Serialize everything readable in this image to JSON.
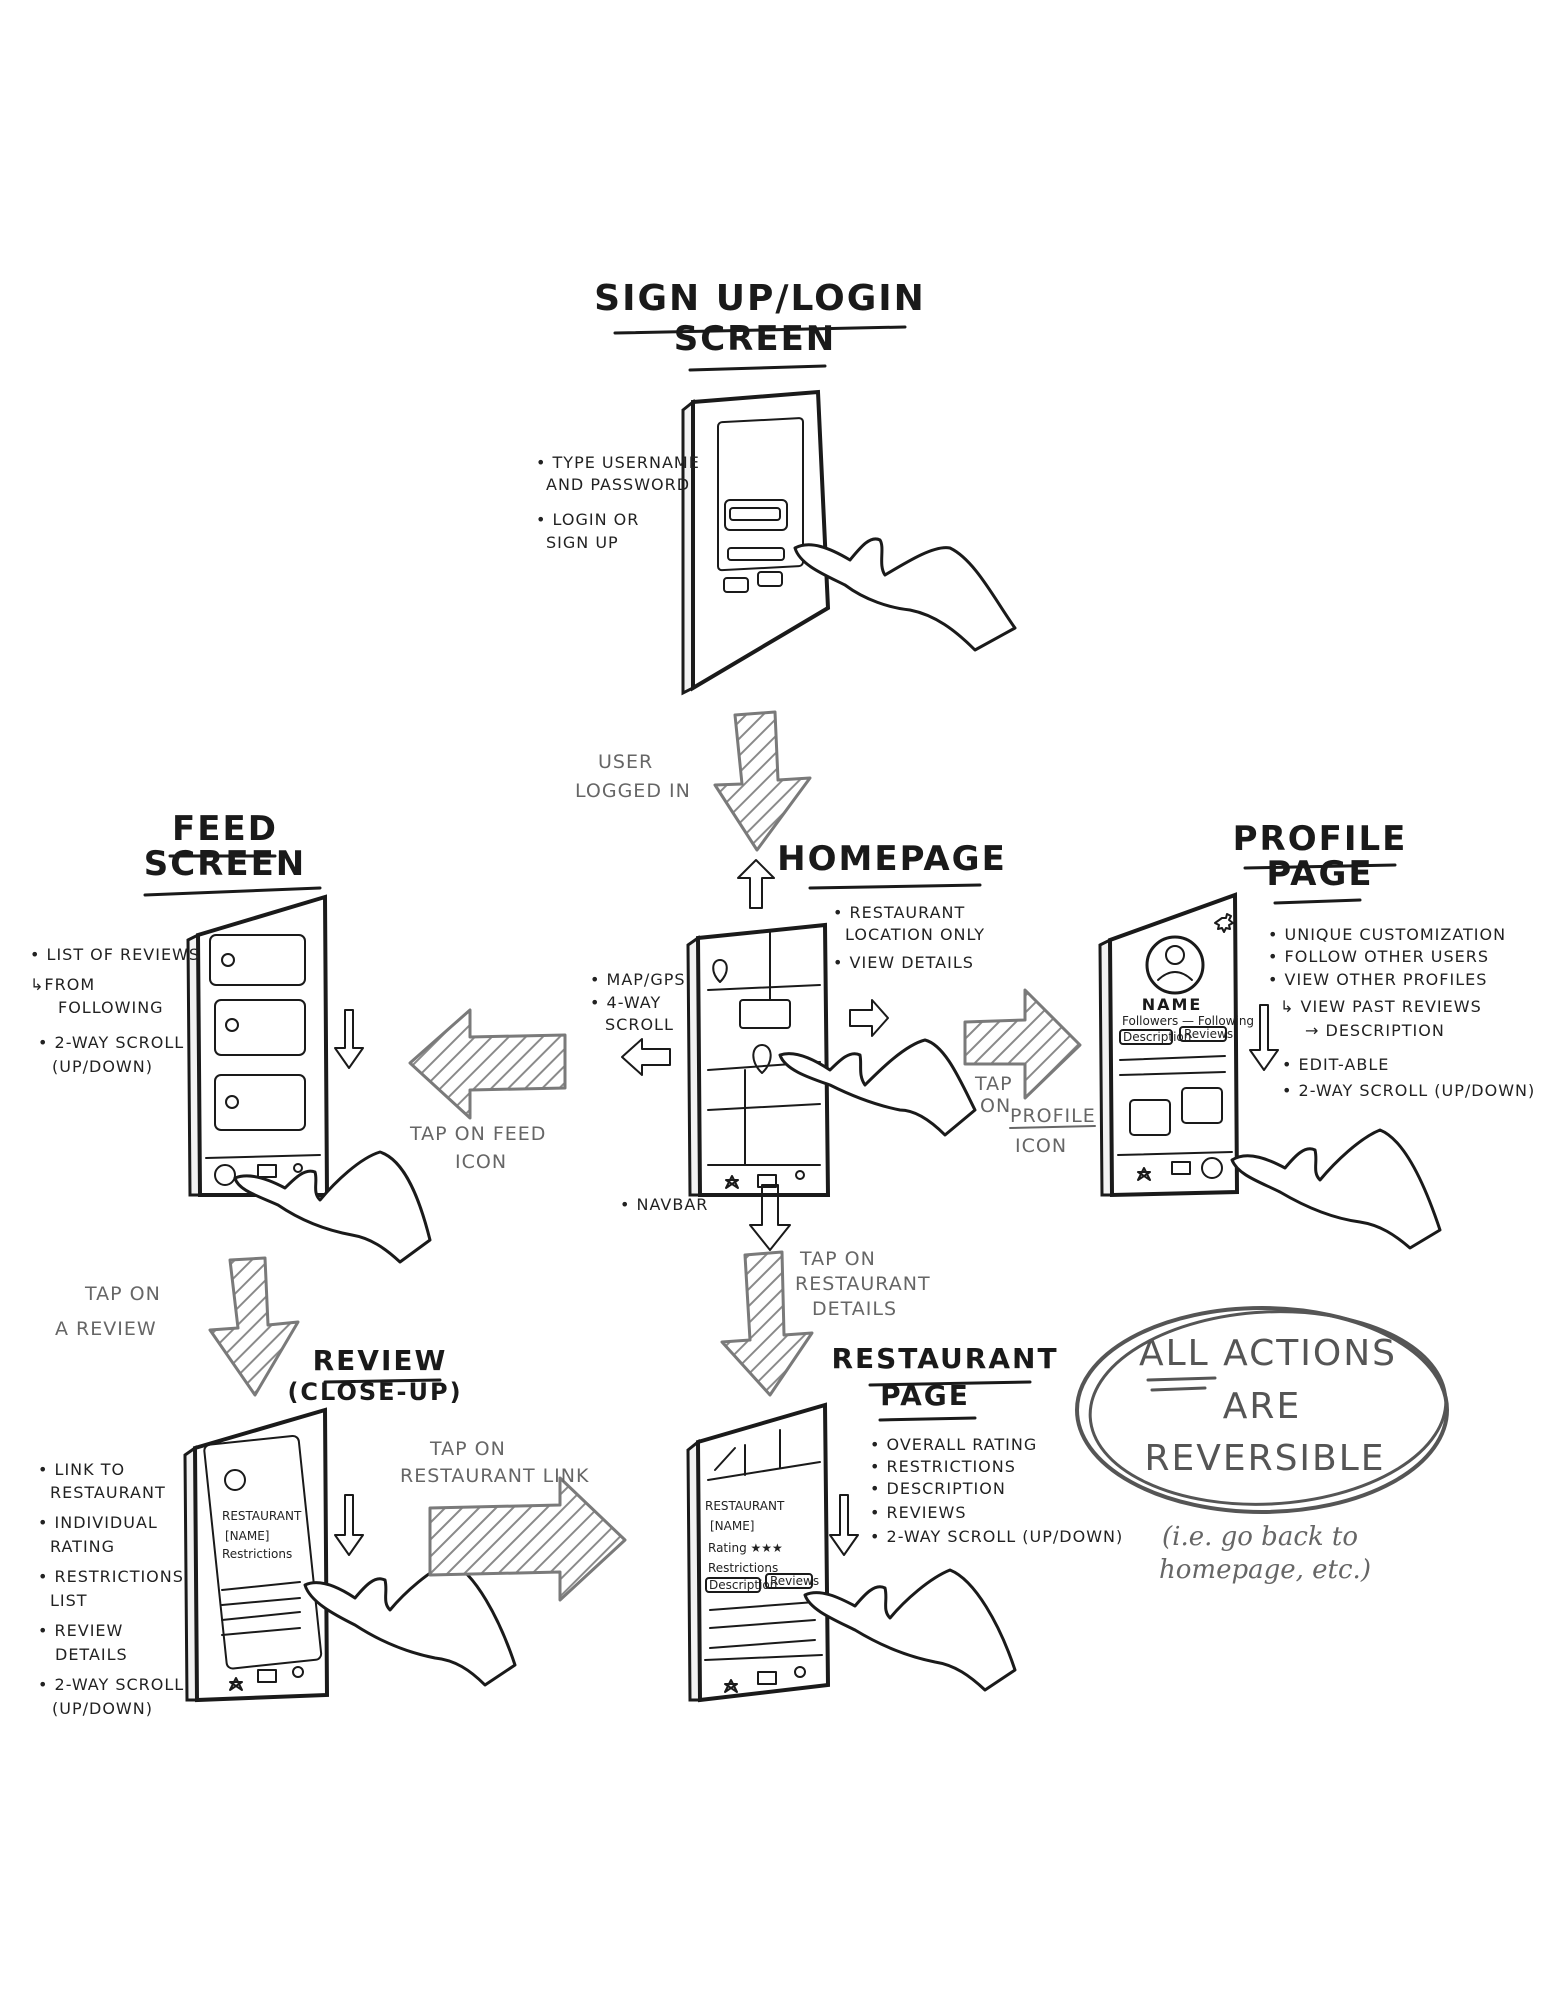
{
  "screens": {
    "signup": {
      "title_line1": "SIGN UP/LOGIN",
      "title_line2": "SCREEN",
      "notes": [
        "• TYPE USERNAME",
        "AND PASSWORD",
        "• LOGIN OR",
        "SIGN UP"
      ]
    },
    "homepage": {
      "title": "HOMEPAGE",
      "notes_right": [
        "• RESTAURANT",
        "LOCATION ONLY",
        "• VIEW DETAILS"
      ],
      "notes_left": [
        "• MAP/GPS",
        "• 4-WAY",
        "SCROLL"
      ],
      "navbar_note": "• NAVBAR"
    },
    "feed": {
      "title_line1": "FEED",
      "title_line2": "SCREEN",
      "notes": [
        "• LIST OF REVIEWS",
        "↳FROM",
        "FOLLOWING",
        "• 2-WAY SCROLL",
        "(UP/DOWN)"
      ]
    },
    "profile": {
      "title_line1": "PROFILE",
      "title_line2": "PAGE",
      "screen_name": "NAME",
      "screen_follow": "Followers — Following",
      "screen_tabs": [
        "Description",
        "Reviews"
      ],
      "notes": [
        "• UNIQUE CUSTOMIZATION",
        "• FOLLOW OTHER USERS",
        "• VIEW OTHER PROFILES",
        "↳ VIEW PAST REVIEWS",
        "→ DESCRIPTION",
        "• EDIT-ABLE",
        "• 2-WAY SCROLL (UP/DOWN)"
      ]
    },
    "review": {
      "title_line1": "REVIEW",
      "title_line2": "(CLOSE-UP)",
      "screen_text": [
        "RESTAURANT",
        "[NAME]",
        "Restrictions"
      ],
      "notes": [
        "• LINK TO",
        "RESTAURANT",
        "• INDIVIDUAL",
        "RATING",
        "• RESTRICTIONS",
        "LIST",
        "• REVIEW",
        "DETAILS",
        "• 2-WAY SCROLL",
        "(UP/DOWN)"
      ]
    },
    "restaurant": {
      "title_line1": "RESTAURANT",
      "title_line2": "PAGE",
      "screen_text": [
        "RESTAURANT",
        "[NAME]",
        "Rating ★★★",
        "Restrictions"
      ],
      "screen_tabs": [
        "Description",
        "Reviews"
      ],
      "notes": [
        "• OVERALL RATING",
        "• RESTRICTIONS",
        "• DESCRIPTION",
        "• REVIEWS",
        "• 2-WAY SCROLL (UP/DOWN)"
      ]
    }
  },
  "flows": {
    "logged_in": [
      "USER",
      "LOGGED IN"
    ],
    "tap_feed": [
      "TAP ON FEED",
      "ICON"
    ],
    "tap_profile": [
      "TAP",
      "ON",
      "PROFILE",
      "ICON"
    ],
    "tap_review": [
      "TAP ON",
      "A REVIEW"
    ],
    "tap_details": [
      "TAP ON",
      "RESTAURANT",
      "DETAILS"
    ],
    "tap_link": [
      "TAP ON",
      "RESTAURANT LINK"
    ]
  },
  "reminder": {
    "lines": [
      "ALL   ACTIONS",
      "ARE",
      "REVERSIBLE"
    ],
    "caption": [
      "(i.e. go back to",
      "homepage, etc.)"
    ]
  }
}
